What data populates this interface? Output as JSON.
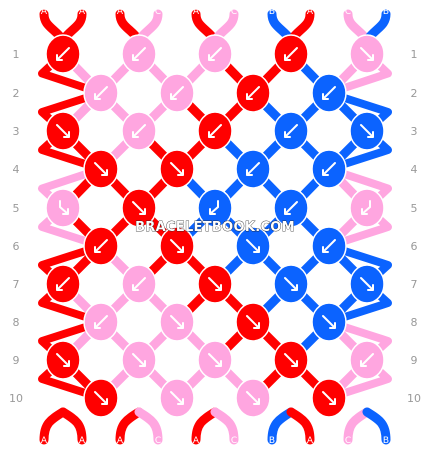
{
  "title": "Friendship bracelet pattern",
  "watermark": "BRACELETBOOK.COM",
  "colors": {
    "A": "#ff0000",
    "C": "#ffa6e0",
    "B": "#0b63ff",
    "outline": "#ffffff",
    "arrow": "#ffffff",
    "background": "#ffffff"
  },
  "strands_top": [
    "A",
    "A",
    "A",
    "C",
    "A",
    "C",
    "B",
    "A",
    "C",
    "B"
  ],
  "strands_bottom": [
    "A",
    "A",
    "A",
    "C",
    "A",
    "C",
    "B",
    "A",
    "C",
    "B"
  ],
  "row_numbers": [
    "1",
    "2",
    "3",
    "4",
    "5",
    "6",
    "7",
    "8",
    "9",
    "10"
  ],
  "knot_rows": [
    [
      "A",
      "C",
      "C",
      "A",
      "C"
    ],
    [
      "C",
      "C",
      "A",
      "B"
    ],
    [
      "A",
      "C",
      "A",
      "B",
      "B"
    ],
    [
      "A",
      "A",
      "B",
      "B"
    ],
    [
      "C",
      "A",
      "B",
      "B",
      "C"
    ],
    [
      "A",
      "A",
      "B",
      "B"
    ],
    [
      "A",
      "C",
      "A",
      "B",
      "B"
    ],
    [
      "C",
      "C",
      "A",
      "B"
    ],
    [
      "A",
      "C",
      "C",
      "A",
      "C"
    ],
    [
      "A",
      "C",
      "C",
      "A"
    ]
  ],
  "knot_arrows": [
    [
      "sw",
      "sw",
      "sw",
      "sw",
      "se"
    ],
    [
      "sw",
      "sw",
      "sw",
      "sw"
    ],
    [
      "se",
      "sw",
      "sw",
      "sw",
      "se"
    ],
    [
      "se",
      "se",
      "sw",
      "sw"
    ],
    [
      "se2",
      "se",
      "sw2",
      "sw",
      "sw2"
    ],
    [
      "sw",
      "se",
      "se",
      "sw"
    ],
    [
      "sw",
      "sw",
      "se",
      "se",
      "se"
    ],
    [
      "sw",
      "se",
      "se",
      "se"
    ],
    [
      "se",
      "se",
      "se",
      "se",
      "sw"
    ],
    [
      "se",
      "se",
      "se",
      "se"
    ]
  ]
}
